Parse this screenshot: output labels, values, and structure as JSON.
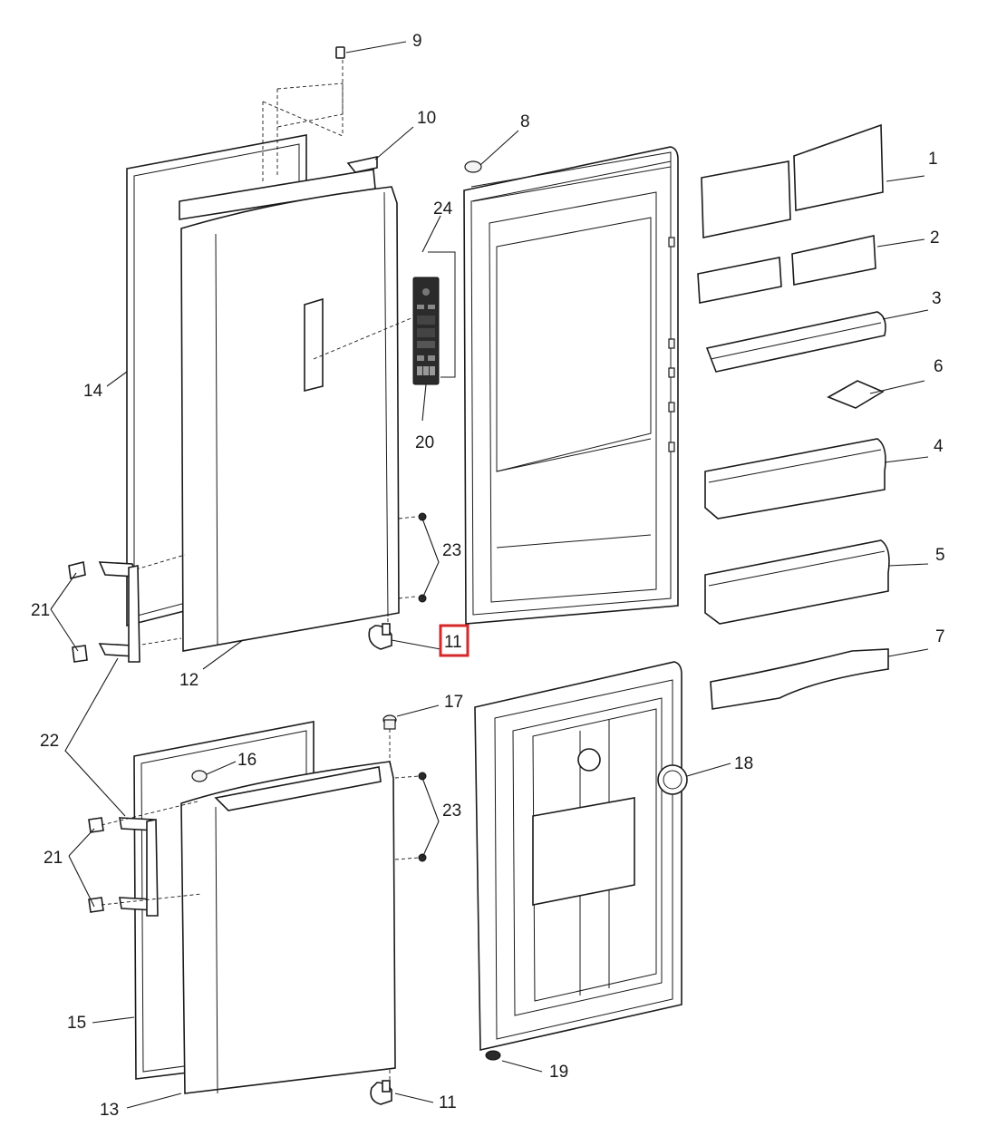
{
  "title": "",
  "highlight_color": "#d62828",
  "line_color": "#1a1a1a",
  "callouts": {
    "c1": "1",
    "c2": "2",
    "c3": "3",
    "c4": "4",
    "c5": "5",
    "c6": "6",
    "c7": "7",
    "c8": "8",
    "c9": "9",
    "c10": "10",
    "c11a": "11",
    "c11b": "11",
    "c12": "12",
    "c13": "13",
    "c14": "14",
    "c15": "15",
    "c16": "16",
    "c17": "17",
    "c18": "18",
    "c19": "19",
    "c20": "20",
    "c21a": "21",
    "c21b": "21",
    "c22": "22",
    "c23a": "23",
    "c23b": "23",
    "c24": "24"
  },
  "highlighted_callout": "11"
}
